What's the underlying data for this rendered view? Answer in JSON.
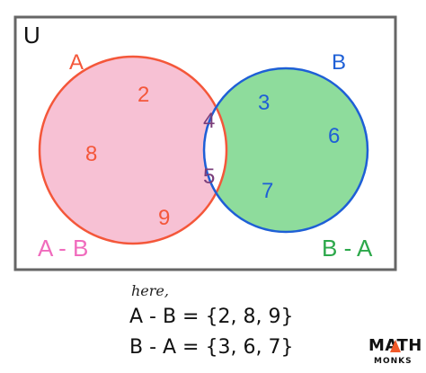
{
  "universe_label": "U",
  "set_a": {
    "label": "A",
    "color": "#f4573a",
    "fill": "#f7c1d4"
  },
  "set_b": {
    "label": "B",
    "color": "#1e5fd6",
    "fill": "#8edc9c"
  },
  "regions": {
    "a_only": [
      "2",
      "8",
      "9"
    ],
    "intersection": [
      "4",
      "5"
    ],
    "b_only": [
      "3",
      "6",
      "7"
    ]
  },
  "region_colors": {
    "a_only": "#f4573a",
    "intersection": "#7a3e7a",
    "b_only": "#1e5fd6"
  },
  "difference_labels": {
    "a_minus_b": {
      "text": "A - B",
      "color": "#f06bbd"
    },
    "b_minus_a": {
      "text": "B - A",
      "color": "#2ca84a"
    }
  },
  "note": "here,",
  "equations": [
    "A - B = {2, 8, 9}",
    "B - A = {3, 6, 7}"
  ],
  "logo": {
    "top": "MATH",
    "bottom": "MONKS",
    "accent": "#f15a29"
  }
}
